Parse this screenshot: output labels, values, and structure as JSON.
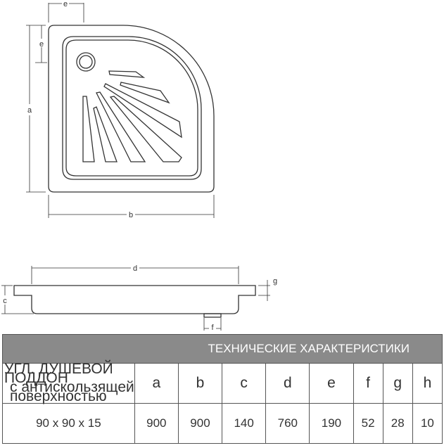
{
  "drawing": {
    "top_view_labels": {
      "a": "a",
      "b": "b",
      "e_top": "e",
      "e_side": "e"
    },
    "side_view_labels": {
      "c": "c",
      "d": "d",
      "f": "f",
      "g": "g"
    }
  },
  "table": {
    "title": "ТЕХНИЧЕСКИЕ ХАРАКТЕРИСТИКИ",
    "label_lines": [
      "УГЛ. ДУШЕВОЙ",
      "ПОДДОН",
      "с антискользящей",
      "поверхностью"
    ],
    "columns": [
      "a",
      "b",
      "c",
      "d",
      "e",
      "f",
      "g",
      "h"
    ],
    "row": {
      "model": "90 x 90 x 15",
      "values": [
        "900",
        "900",
        "140",
        "760",
        "190",
        "52",
        "28",
        "10"
      ]
    }
  }
}
